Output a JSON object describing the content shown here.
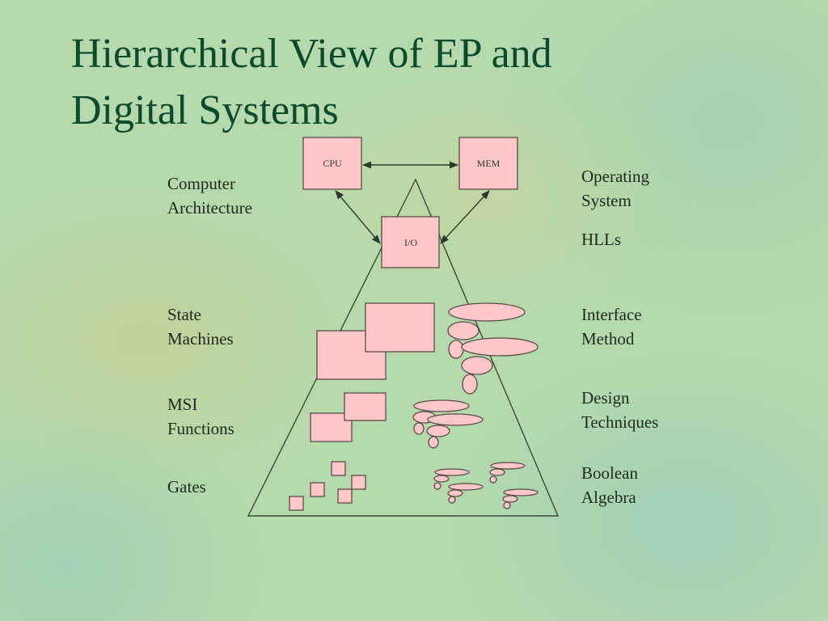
{
  "title_line1": "Hierarchical View of EP and",
  "title_line2": "Digital Systems",
  "boxes": {
    "cpu": "CPU",
    "mem": "MEM",
    "io": "I/O"
  },
  "left_labels": {
    "arch1": "Computer",
    "arch2": "Architecture",
    "state1": "State",
    "state2": "Machines",
    "msi1": "MSI",
    "msi2": "Functions",
    "gates": "Gates"
  },
  "right_labels": {
    "os1": "Operating",
    "os2": "System",
    "hlls": "HLLs",
    "if1": "Interface",
    "if2": "Method",
    "dt1": "Design",
    "dt2": "Techniques",
    "ba1": "Boolean",
    "ba2": "Algebra"
  },
  "colors": {
    "shape_fill": "#ffc8c8",
    "title": "#0b4a2c"
  }
}
